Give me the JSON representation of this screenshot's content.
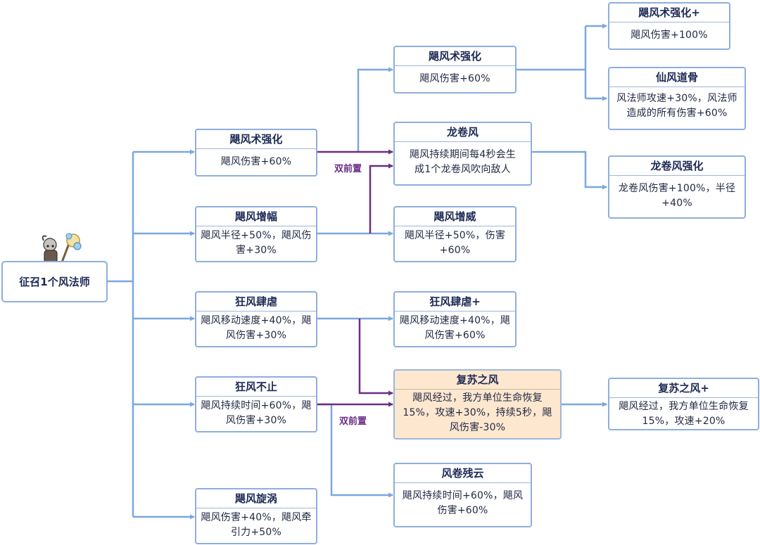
{
  "root": {
    "label": "征召1个风法师"
  },
  "tags": {
    "dual_prereq": "双前置"
  },
  "colors": {
    "line": "#7ba7de",
    "dual_line": "#6a2d84",
    "highlight": "#fde7cf"
  },
  "nodes": {
    "cyclone_mastery_1": {
      "title": "飓风术强化",
      "desc": "飓风伤害+60%"
    },
    "cyclone_amplify": {
      "title": "飓风增幅",
      "desc": "飓风半径+50%，飓风伤害+30%"
    },
    "frenzy": {
      "title": "狂风肆虐",
      "desc": "飓风移动速度+40%，飓风伤害+30%"
    },
    "endless_wind": {
      "title": "狂风不止",
      "desc": "飓风持续时间+60%，飓风伤害+30%"
    },
    "cyclone_vortex": {
      "title": "飓风旋涡",
      "desc": "飓风伤害+40%，飓风牵引力+50%"
    },
    "cyclone_mastery_2": {
      "title": "飓风术强化",
      "desc": "飓风伤害+60%"
    },
    "tornado": {
      "title": "龙卷风",
      "desc": "飓风持续期间每4秒会生成1个龙卷风吹向敌人"
    },
    "cyclone_might": {
      "title": "飓风增威",
      "desc": "飓风半径+50%，伤害+60%"
    },
    "frenzy_plus": {
      "title": "狂风肆虐+",
      "desc": "飓风移动速度+40%，飓风伤害+60%"
    },
    "revival_wind": {
      "title": "复苏之风",
      "desc": "飓风经过，我方单位生命恢复15%，攻速+30%，持续5秒，飓风伤害-30%"
    },
    "wind_cloud": {
      "title": "风卷残云",
      "desc": "飓风持续时间+60%，飓风伤害+60%"
    },
    "cyclone_mastery_plus": {
      "title": "飓风术强化+",
      "desc": "飓风伤害+100%"
    },
    "wind_immortal": {
      "title": "仙风道骨",
      "desc": "风法师攻速+30%，风法师造成的所有伤害+60%"
    },
    "tornado_mastery": {
      "title": "龙卷风强化",
      "desc": "龙卷风伤害+100%，半径+40%"
    },
    "revival_wind_plus": {
      "title": "复苏之风+",
      "desc": "飓风经过，我方单位生命恢复15%，攻速+20%"
    }
  }
}
